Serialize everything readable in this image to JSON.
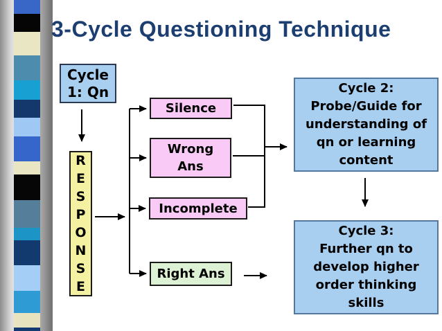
{
  "slide": {
    "title": "3-Cycle Questioning Technique",
    "title_color": "#1C3E70",
    "background": "#FFFFFF"
  },
  "boxes": {
    "cycle1": {
      "label": "Cycle\n1: Qn",
      "fill": "#A8CFF0"
    },
    "response": {
      "label": "R\nE\nS\nP\nO\nN\nS\nE",
      "fill": "#F5F1A2"
    },
    "silence": {
      "label": "Silence",
      "fill": "#F8CAF5"
    },
    "wrong_ans": {
      "label": "Wrong\nAns",
      "fill": "#F8CAF5"
    },
    "incomplete": {
      "label": "Incomplete",
      "fill": "#F8CAF5"
    },
    "right_ans": {
      "label": "Right Ans",
      "fill": "#DDF1D5"
    },
    "cycle2": {
      "label": "Cycle 2:\nProbe/Guide for\nunderstanding of\nqn or learning\ncontent",
      "fill": "#A8CFF0"
    },
    "cycle3": {
      "label": "Cycle 3:\nFurther qn to\ndevelop higher\norder thinking\nskills",
      "fill": "#A8CFF0"
    }
  },
  "decorative_bar": {
    "stripes": [
      {
        "color": "#3867C8",
        "height": 20
      },
      {
        "color": "#050505",
        "height": 26
      },
      {
        "color": "#E9E6C4",
        "height": 34
      },
      {
        "color": "#4E8CAD",
        "height": 36
      },
      {
        "color": "#18A0D2",
        "height": 28
      },
      {
        "color": "#14386B",
        "height": 26
      },
      {
        "color": "#9FC9F4",
        "height": 27
      },
      {
        "color": "#3766CB",
        "height": 36
      },
      {
        "color": "#E9E6C4",
        "height": 19
      },
      {
        "color": "#060606",
        "height": 37
      },
      {
        "color": "#557E9B",
        "height": 40
      },
      {
        "color": "#1C95C6",
        "height": 18
      },
      {
        "color": "#123A6F",
        "height": 36
      },
      {
        "color": "#A5CEF6",
        "height": 37
      },
      {
        "color": "#2E9BD4",
        "height": 32
      },
      {
        "color": "#E6E3BE",
        "height": 21
      },
      {
        "color": "#133B70",
        "height": 5
      }
    ]
  }
}
